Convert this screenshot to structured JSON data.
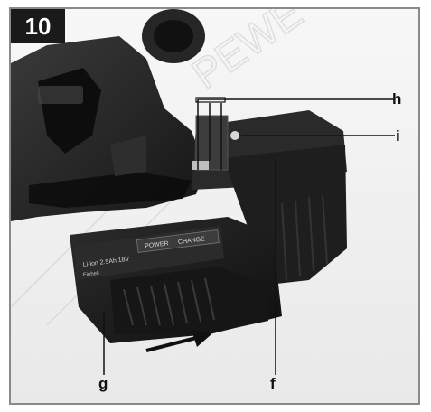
{
  "figure": {
    "number": "10"
  },
  "callouts": {
    "h": "h",
    "i": "i",
    "f": "f",
    "g": "g"
  },
  "battery": {
    "spec_label": "Li-ion 2.5Ah 18V",
    "brand": "Einhell",
    "badge_left": "POWER",
    "badge_right": "CHANGE"
  },
  "watermark": "PEWE",
  "colors": {
    "frame": "#8a8a8a",
    "figure_badge": "#1a1a1a",
    "body": "#1c1c1c"
  },
  "icons": [
    "arrow-right-icon"
  ]
}
